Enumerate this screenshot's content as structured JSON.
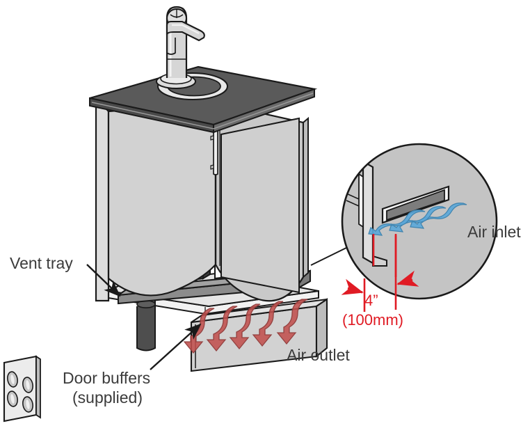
{
  "diagram": {
    "title": "Beverage dispenser cabinet ventilation installation diagram",
    "labels": {
      "vent_tray": "Vent tray",
      "air_inlet": "Air inlet",
      "air_outlet": "Air outlet",
      "door_buffers_line1": "Door buffers",
      "door_buffers_line2": "(supplied)",
      "dimension_inches": "4”",
      "dimension_mm": "(100mm)"
    },
    "colors": {
      "background": "#ffffff",
      "outline": "#1a1a1a",
      "cabinet_body": "#d2d2d2",
      "cabinet_side_shade": "#c9c9c9",
      "countertop": "#5a5a5a",
      "countertop_edge": "#9a9a9a",
      "vent_tray": "#8c8c8c",
      "appliance_body": "#fbfbfb",
      "display_screen": "#bdbdbd",
      "inlet_slot": "#7d7d7d",
      "inlet_arrow": "#5ba7d8",
      "outlet_arrow": "#c0504d",
      "dimension_red": "#e01b24",
      "label_text": "#3b3b3b",
      "callout_fill": "#c4c4c4",
      "buffer_sheet": "#ececec",
      "buffer_pad": "#c6c6c6",
      "leg": "#4e4e4e"
    },
    "callout": {
      "shape": "circle",
      "detail": "air inlet vent slot on lower left side of cabinet",
      "inlet_arrow_count": 3,
      "dimension_arrow_count": 2
    },
    "air_outlet_arrow_count": 5,
    "door_buffer_sheet": {
      "pad_count": 4,
      "rows": 2,
      "columns": 2
    },
    "appliance": {
      "has_display": true,
      "display_shape": "rounded-square"
    },
    "tap": {
      "type": "column-tap-with-curved-spout",
      "has_drip_ring": true
    }
  }
}
